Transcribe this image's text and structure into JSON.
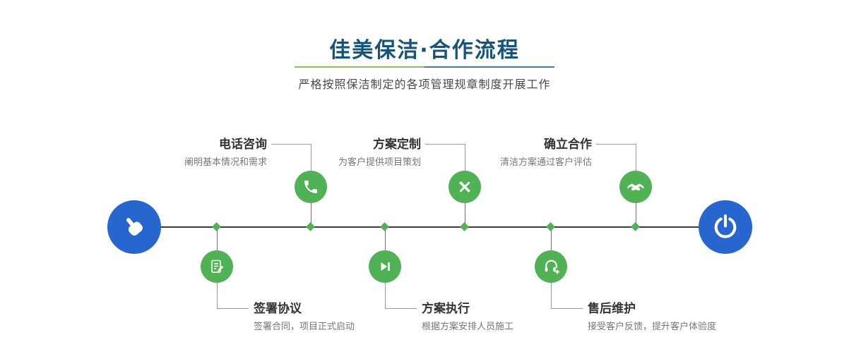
{
  "header": {
    "title": "佳美保洁·合作流程",
    "subtitle": "严格按照保洁制定的各项管理规章制度开展工作"
  },
  "colors": {
    "title_blue": "#15537b",
    "accent_green": "#50b254",
    "accent_blue": "#2766cf",
    "divider_green": "#8cc152",
    "divider_blue": "#3a7ca8",
    "line_dark": "#3c3c3c"
  },
  "endpoints": {
    "start_icon": "hand-pointer-icon",
    "end_icon": "power-icon"
  },
  "steps": [
    {
      "label": "电话咨询",
      "desc": "阐明基本情况和需求",
      "icon": "phone-icon",
      "position": "top"
    },
    {
      "label": "方案定制",
      "desc": "为客户提供项目策划",
      "icon": "tools-icon",
      "position": "top"
    },
    {
      "label": "确立合作",
      "desc": "清洁方案通过客户评估",
      "icon": "handshake-icon",
      "position": "top"
    },
    {
      "label": "签署协议",
      "desc": "签署合同，项目正式启动",
      "icon": "contract-icon",
      "position": "bottom"
    },
    {
      "label": "方案执行",
      "desc": "根据方案安排人员施工",
      "icon": "play-icon",
      "position": "bottom"
    },
    {
      "label": "售后维护",
      "desc": "接受客户反馈，提升客户体验度",
      "icon": "headset-icon",
      "position": "bottom"
    }
  ]
}
